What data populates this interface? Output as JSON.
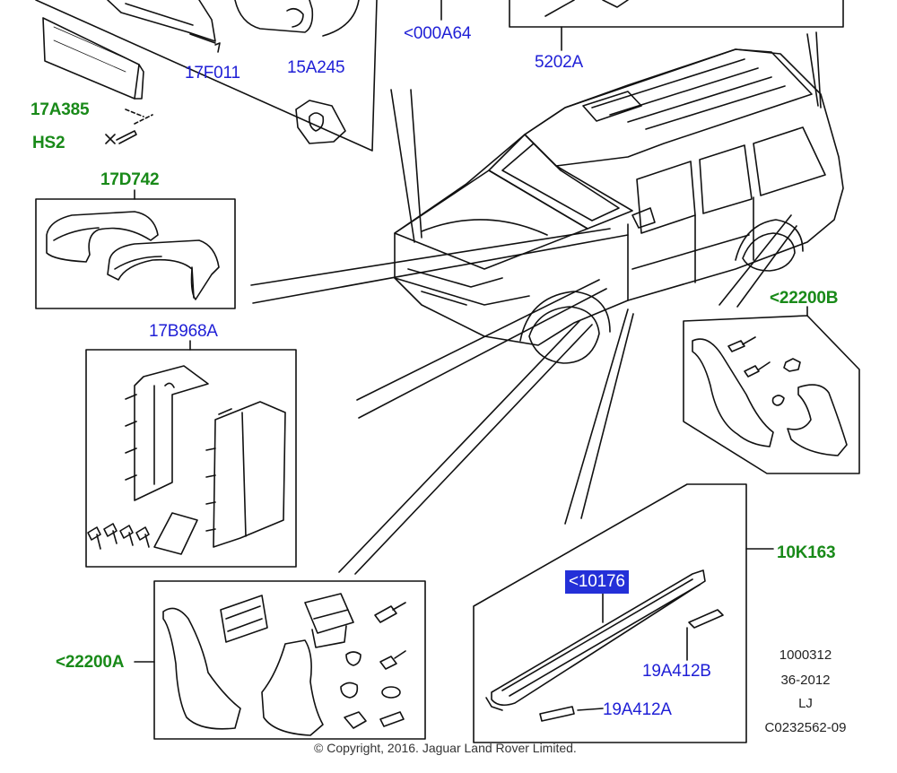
{
  "callouts": {
    "a000a64": "<000A64",
    "p17f011": "17F011",
    "p15a245": "15A245",
    "p17a385": "17A385",
    "hs2": "HS2",
    "p5202a": "5202A",
    "p17d742": "17D742",
    "p17b968a": "17B968A",
    "p22200b": "<22200B",
    "p10k163": "10K163",
    "p10176": "<10176",
    "p22200a": "<22200A",
    "p19a412b": "19A412B",
    "p19a412a": "19A412A"
  },
  "info": {
    "line1": "1000312",
    "line2": "36-2012",
    "line3": "LJ",
    "line4": "C0232562-09"
  },
  "copyright": "© Copyright, 2016. Jaguar Land Rover Limited.",
  "colors": {
    "link_blue": "#1f1fd6",
    "group_green": "#198a19",
    "selection": "#2430d8"
  }
}
